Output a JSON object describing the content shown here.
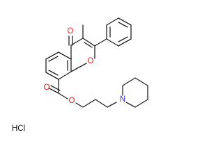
{
  "molecule": {
    "atoms": {
      "carbonyl_oxygen": {
        "symbol": "O",
        "color": "#e8241c"
      },
      "ring_oxygen": {
        "symbol": "O",
        "color": "#e8241c"
      },
      "ester_double_oxygen": {
        "symbol": "O",
        "color": "#e8241c"
      },
      "ester_single_oxygen": {
        "symbol": "O",
        "color": "#e8241c"
      },
      "piperidine_nitrogen": {
        "symbol": "N",
        "color": "#2c2cdc"
      }
    },
    "salt": "HCl"
  }
}
